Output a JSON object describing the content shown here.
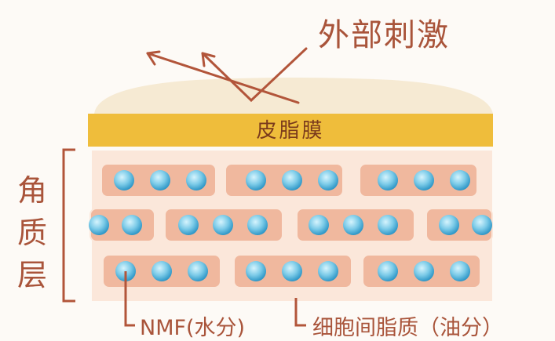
{
  "title": "外部刺激",
  "lipid_film_label": "皮脂膜",
  "stratum_corneum_label": [
    "角",
    "质",
    "层"
  ],
  "nmf_label": "NMF(水分)",
  "intercellular_lipid_label": "细胞间脂质（油分）",
  "colors": {
    "label": "#a9543a",
    "film": "#efbd3b",
    "film_dome": "#f6ead3",
    "cell": "#f0b89e",
    "cell_border": "#fbe7da",
    "layer_bg": "#fbe7da",
    "dot_outer": "#3fa6d2",
    "dot_inner": "#a8e2f5",
    "arrow": "#b2553a"
  },
  "icons": [
    "reflect-arrow-icon",
    "bracket-icon"
  ]
}
